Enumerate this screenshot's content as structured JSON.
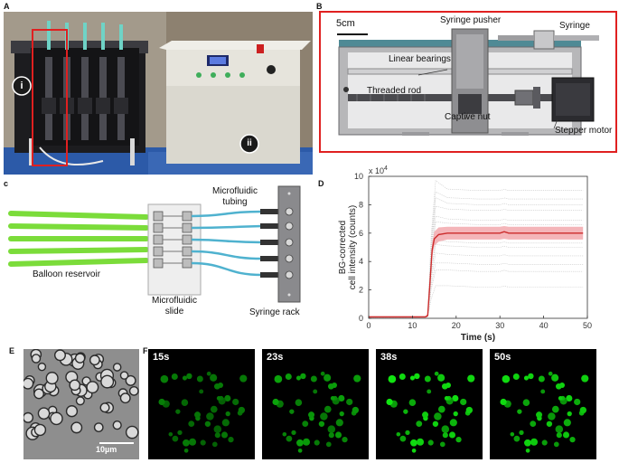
{
  "panels": {
    "A": {
      "letter": "A",
      "label_i": "i",
      "label_ii": "ii"
    },
    "B": {
      "letter": "B",
      "scale_bar": "5cm",
      "labels": {
        "syringe_pusher": "Syringe pusher",
        "syringe": "Syringe",
        "linear_bearings": "Linear bearings",
        "threaded_rod": "Threaded rod",
        "captive_nut": "Captive nut",
        "stepper_motor": "Stepper motor"
      }
    },
    "C": {
      "letter": "c",
      "labels": {
        "microfluidic_tubing_1": "Microfluidic",
        "microfluidic_tubing_2": "tubing",
        "balloon_reservoir": "Balloon reservoir",
        "microfluidic_slide_1": "Microfluidic",
        "microfluidic_slide_2": "slide",
        "syringe_rack": "Syringe rack"
      }
    },
    "D": {
      "letter": "D"
    },
    "E": {
      "letter": "E",
      "scale_bar": "10µm"
    },
    "F": {
      "letter": "F",
      "timepoints": [
        "15s",
        "23s",
        "38s",
        "50s"
      ]
    }
  },
  "chart_data": {
    "type": "line",
    "title": "",
    "xlabel": "Time (s)",
    "ylabel_line1": "BG-corrected",
    "ylabel_line2": "cell intensity (counts)",
    "y_exponent": "x 10",
    "y_exponent_power": "4",
    "xlim": [
      0,
      50
    ],
    "ylim": [
      0,
      10
    ],
    "x_ticks": [
      "0",
      "10",
      "20",
      "30",
      "40",
      "50"
    ],
    "y_ticks": [
      "0",
      "2",
      "4",
      "6",
      "8",
      "10"
    ],
    "grid": false,
    "colors": {
      "mean": "#cc2b2b",
      "band": "#f2a8ad",
      "traces": "#c8c8c8"
    },
    "mean": {
      "x": [
        0,
        13,
        13.5,
        14,
        14.5,
        15,
        16,
        18,
        20,
        25,
        30,
        31,
        32,
        35,
        40,
        45,
        49
      ],
      "y": [
        0.1,
        0.1,
        0.2,
        2.5,
        4.8,
        5.6,
        5.9,
        6.0,
        6.0,
        6.0,
        6.0,
        6.1,
        6.0,
        6.0,
        6.0,
        6.0,
        6.0
      ]
    },
    "band_upper": [
      0.15,
      0.15,
      0.3,
      2.9,
      5.3,
      6.1,
      6.4,
      6.45,
      6.45,
      6.45,
      6.45,
      6.5,
      6.45,
      6.45,
      6.45,
      6.45,
      6.45
    ],
    "band_lower": [
      0.05,
      0.05,
      0.1,
      2.1,
      4.3,
      5.1,
      5.4,
      5.55,
      5.55,
      5.55,
      5.55,
      5.6,
      5.55,
      5.55,
      5.55,
      5.55,
      5.55
    ],
    "traces_plateau": [
      9.0,
      8.4,
      8.0,
      7.6,
      6.9,
      6.6,
      5.3,
      5.0,
      4.4,
      3.8,
      3.3,
      2.2
    ],
    "traces_peak_extra": [
      0.7,
      0.5,
      0.5,
      0.3,
      0.3,
      0.2,
      0.2,
      0.2,
      0.2,
      0.1,
      0.1,
      0.1
    ]
  }
}
